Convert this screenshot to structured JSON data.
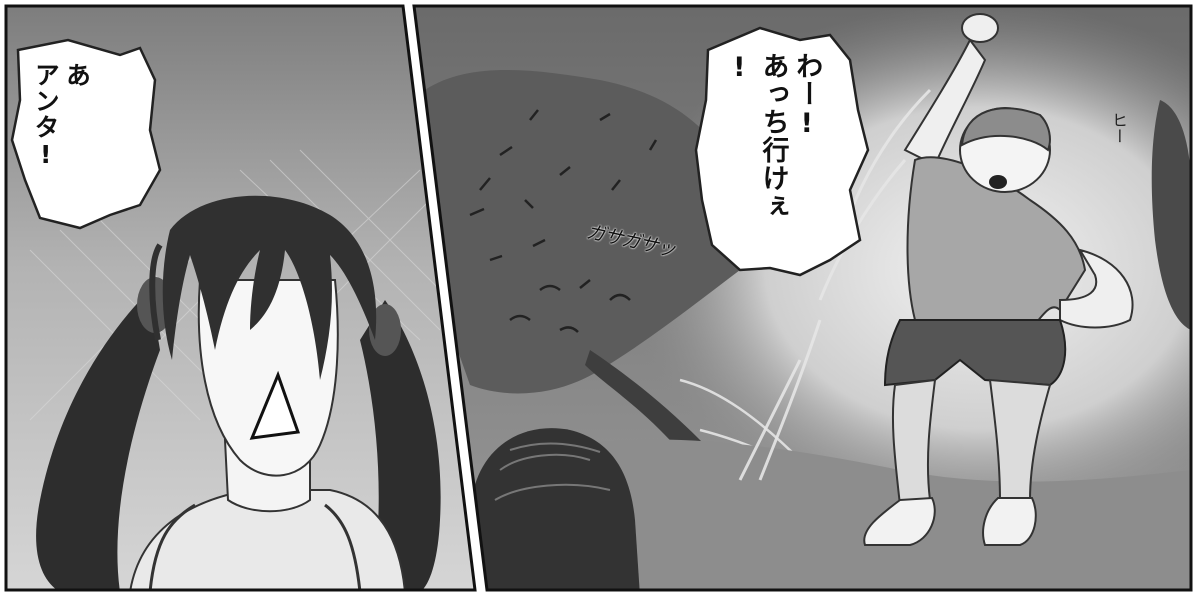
{
  "panels": [
    {
      "id": "left",
      "speech": [
        "あ",
        "アンタ!"
      ]
    },
    {
      "id": "right",
      "speech": [
        "わー!",
        "あっち行けぇ",
        "!"
      ],
      "sound_effect": "ガサガサッ",
      "small_sfx": "ヒー"
    }
  ]
}
